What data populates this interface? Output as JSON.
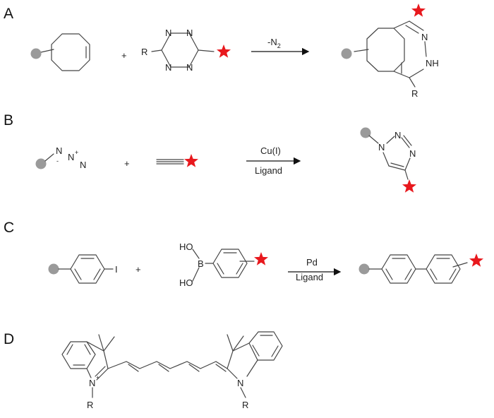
{
  "panels": [
    "A",
    "B",
    "C",
    "D"
  ],
  "plus_sign": "+",
  "colors": {
    "marker": "#e8181d",
    "substrate": "#9a9a9a",
    "bond": "#444444"
  },
  "icons": {
    "label_marker": "red-star-icon",
    "substrate_marker": "gray-circle-icon"
  },
  "reaction_a": {
    "condition": "-N",
    "condition_sub": "2",
    "tetrazine_atoms": [
      "N",
      "N",
      "N",
      "N"
    ],
    "substituent": "R",
    "product_atoms": {
      "n": "N",
      "nh": "NH",
      "r": "R"
    }
  },
  "reaction_b": {
    "azide": {
      "n1": "N",
      "n2": "N",
      "n3": "N",
      "minus": "-",
      "plus": "+"
    },
    "condition_top": "Cu(I)",
    "condition_bottom": "Ligand",
    "triazole_atoms": {
      "n1": "N",
      "n2": "N",
      "n3": "N"
    }
  },
  "reaction_c": {
    "iodide": "I",
    "boronic": {
      "ho1": "HO",
      "b": "B",
      "ho2": "HO"
    },
    "condition_top": "Pd",
    "condition_bottom": "Ligand"
  },
  "structure_d": {
    "left": {
      "n": "N",
      "charge": "+",
      "r": "R"
    },
    "right": {
      "n": "N",
      "r": "R"
    }
  }
}
